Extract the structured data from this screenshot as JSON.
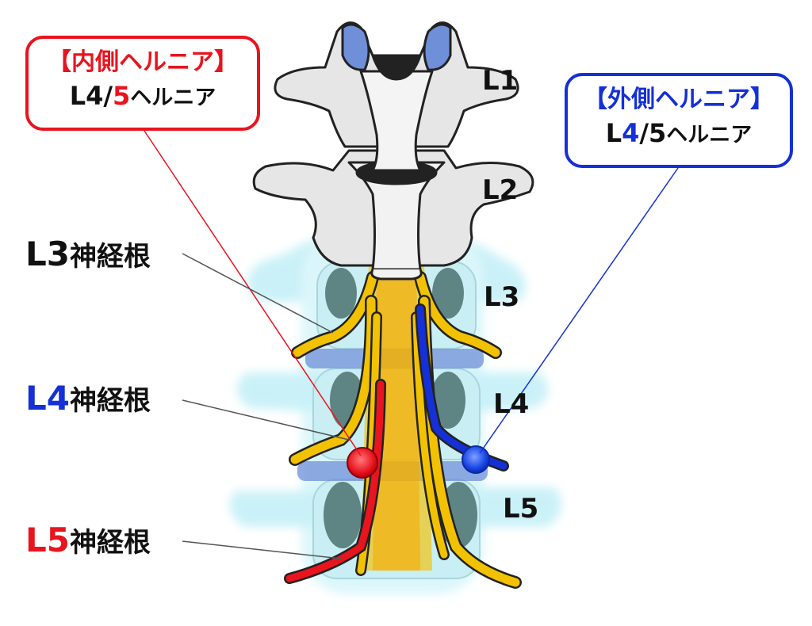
{
  "callouts": {
    "medial": {
      "title": "【内側ヘルニア】",
      "level_a": "L4/",
      "level_b": "5",
      "suffix": "ヘルニア"
    },
    "lateral": {
      "title": "【外側ヘルニア】",
      "level_a": "L",
      "level_b": "4",
      "level_c": "/5",
      "suffix": "ヘルニア"
    }
  },
  "vertebrae": {
    "l1": "L1",
    "l2": "L2",
    "l3": "L3",
    "l4": "L4",
    "l5": "L5"
  },
  "nerve_roots": {
    "l3": {
      "level": "L3",
      "suffix": "神経根"
    },
    "l4": {
      "level": "L4",
      "suffix": "神経根"
    },
    "l5": {
      "level": "L5",
      "suffix": "神経根"
    }
  },
  "colors": {
    "medial": "#e8141e",
    "lateral": "#1430d6",
    "nerve": "#f2c200",
    "bone": "#e6e6e6",
    "ghost": "#9fe6f2",
    "disc": "#6f8fd8"
  }
}
